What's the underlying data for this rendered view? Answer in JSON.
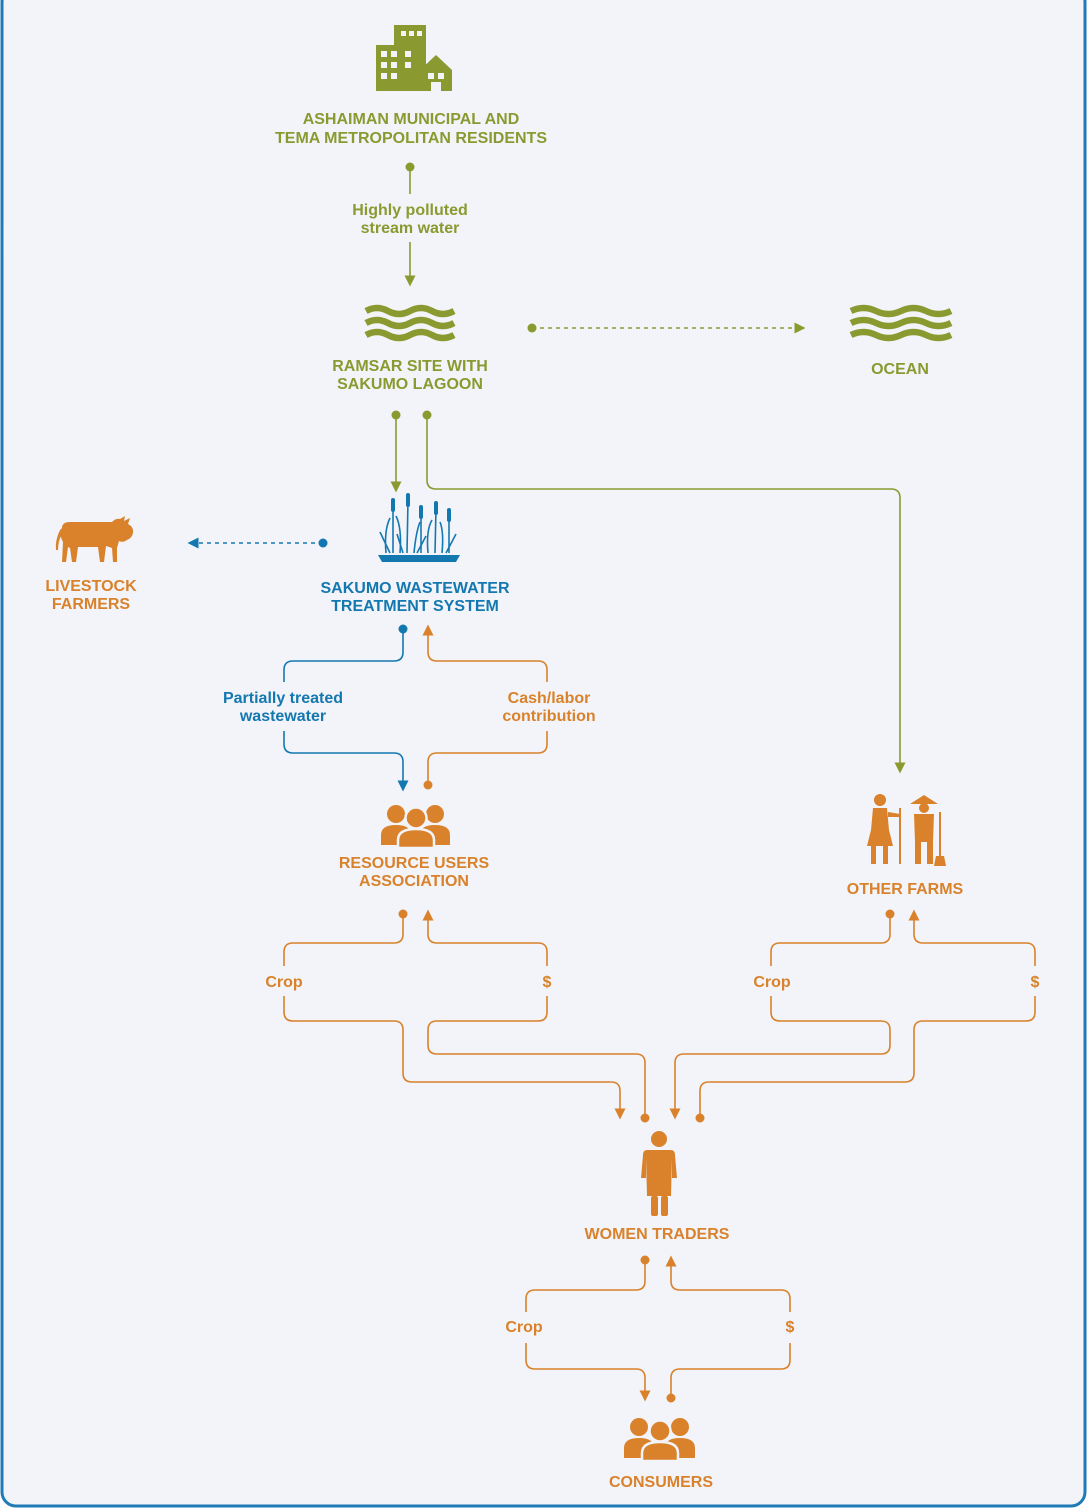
{
  "colors": {
    "frame": "#1f7ab5",
    "background": "#f2f4f9",
    "olive": "#8a9a30",
    "blue": "#1478b0",
    "orange": "#d9822b"
  },
  "nodes": {
    "residents": {
      "line1": "ASHAIMAN MUNICIPAL AND",
      "line2": "TEMA METROPOLITAN RESIDENTS",
      "icon": "city-buildings-icon"
    },
    "ramsar": {
      "line1": "RAMSAR SITE WITH",
      "line2": "SAKUMO LAGOON",
      "icon": "waves-icon"
    },
    "ocean": {
      "line1": "OCEAN",
      "icon": "waves-icon"
    },
    "treatment": {
      "line1": "SAKUMO WASTEWATER",
      "line2": "TREATMENT SYSTEM",
      "icon": "wetland-reeds-icon"
    },
    "livestock": {
      "line1": "LIVESTOCK",
      "line2": "FARMERS",
      "icon": "cow-icon"
    },
    "association": {
      "line1": "RESOURCE USERS",
      "line2": "ASSOCIATION",
      "icon": "group-of-people-icon"
    },
    "other_farms": {
      "line1": "OTHER FARMS",
      "icon": "farmers-icon"
    },
    "women_traders": {
      "line1": "WOMEN TRADERS",
      "icon": "woman-icon"
    },
    "consumers": {
      "line1": "CONSUMERS",
      "icon": "group-of-people-icon"
    }
  },
  "flows": {
    "polluted": {
      "line1": "Highly polluted",
      "line2": "stream water"
    },
    "partially_treated": {
      "line1": "Partially treated",
      "line2": "wastewater"
    },
    "cash_labor": {
      "line1": "Cash/labor",
      "line2": "contribution"
    },
    "rua_crop": "Crop",
    "rua_money": "$",
    "farms_crop": "Crop",
    "farms_money": "$",
    "traders_crop": "Crop",
    "traders_money": "$"
  }
}
